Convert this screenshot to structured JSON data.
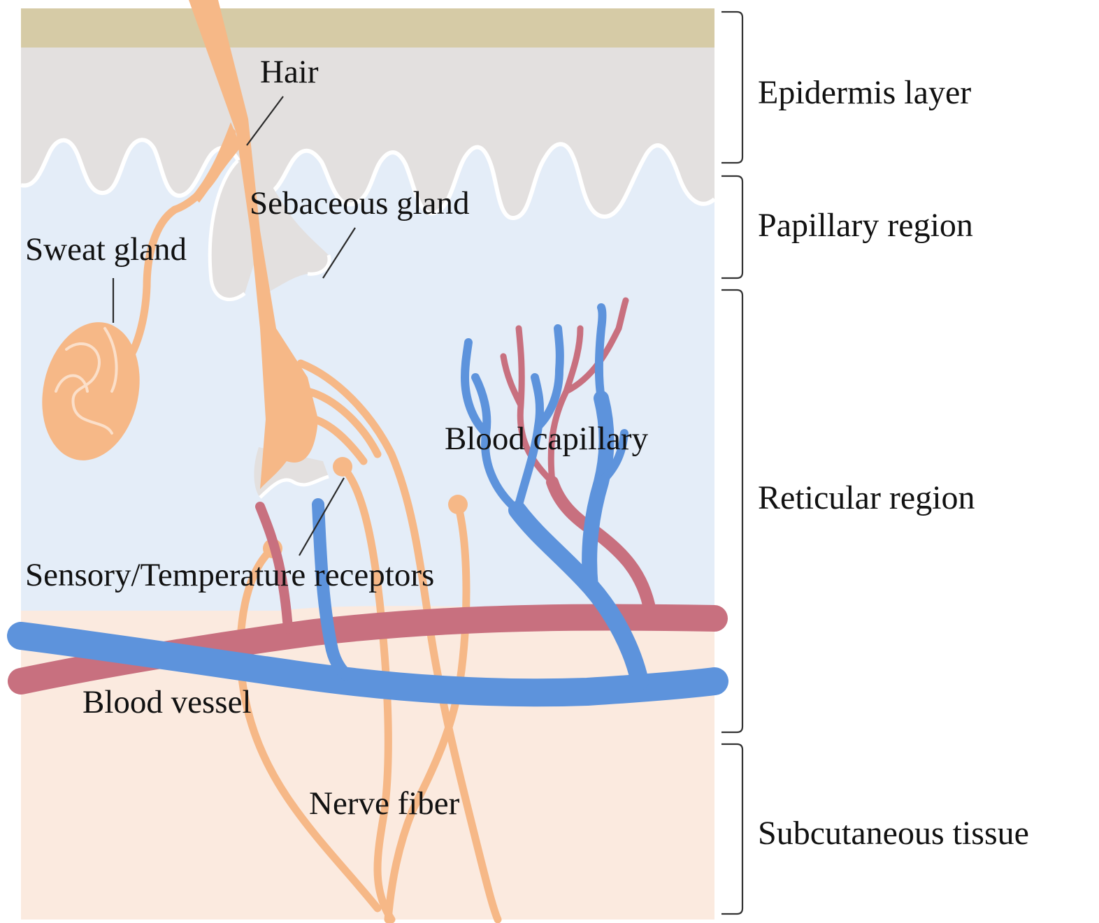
{
  "colors": {
    "stratum_corneum": "#d6cba6",
    "epidermis": "#e3e0df",
    "dermis": "#e4edf8",
    "subcutaneous": "#fbeadf",
    "nerve": "#f6b887",
    "vein": "#5d93dc",
    "artery": "#c8707f",
    "boundary_line": "#ffffff"
  },
  "structures": {
    "hair": "Hair",
    "sebaceous_gland": "Sebaceous gland",
    "sweat_gland": "Sweat gland",
    "blood_capillary": "Blood capillary",
    "sensory_receptors": "Sensory/Temperature receptors",
    "blood_vessel": "Blood vessel",
    "nerve_fiber": "Nerve fiber"
  },
  "layers": {
    "epidermis": "Epidermis layer",
    "papillary": "Papillary region",
    "reticular": "Reticular region",
    "subcutaneous": "Subcutaneous tissue"
  }
}
